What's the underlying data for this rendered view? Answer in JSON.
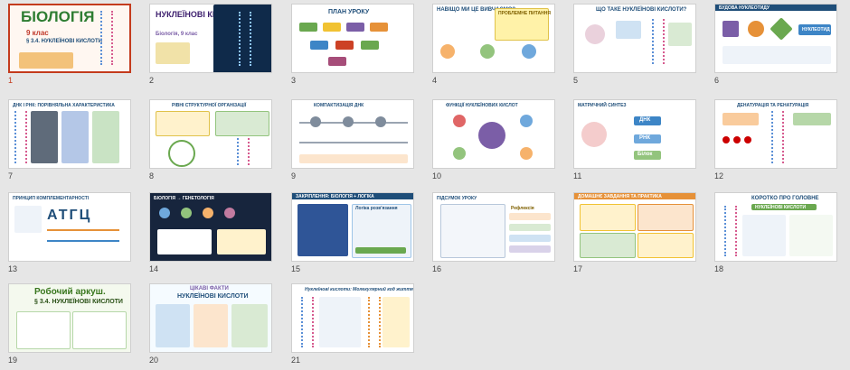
{
  "slides": [
    {
      "number": "1",
      "title": "БІОЛОГІЯ",
      "subtitle": "§ 3.4. НУКЛЕЇНОВІ КИСЛОТИ",
      "grade": "9 клас",
      "selected": true
    },
    {
      "number": "2",
      "title": "НУКЛЕЇНОВІ КИСЛОТИ",
      "subtitle": "Біологія, 9 клас"
    },
    {
      "number": "3",
      "title": "ПЛАН УРОКУ"
    },
    {
      "number": "4",
      "title": "НАВІЩО МИ ЦЕ ВИВЧАЄМО?",
      "subtitle": "ПРОБЛЕМНЕ ПИТАННЯ"
    },
    {
      "number": "5",
      "title": "ЩО ТАКЕ НУКЛЕЇНОВІ КИСЛОТИ?"
    },
    {
      "number": "6",
      "title": "БУДОВА НУКЛЕОТИДУ",
      "label": "НУКЛЕОТИД"
    },
    {
      "number": "7",
      "title": "ДНК І РНК: ПОРІВНЯЛЬНА ХАРАКТЕРИСТИКА"
    },
    {
      "number": "8",
      "title": "РІВНІ СТРУКТУРНОЇ ОРГАНІЗАЦІЇ"
    },
    {
      "number": "9",
      "title": "КОМПАКТИЗАЦІЯ ДНК"
    },
    {
      "number": "10",
      "title": "ФУНКЦІЇ НУКЛЕЇНОВИХ КИСЛОТ"
    },
    {
      "number": "11",
      "title": "МАТРИЧНИЙ СИНТЕЗ",
      "labels": [
        "ДНК",
        "РНК",
        "Білок"
      ]
    },
    {
      "number": "12",
      "title": "ДЕНАТУРАЦІЯ ТА РЕНАТУРАЦІЯ"
    },
    {
      "number": "13",
      "title": "ПРИНЦИП КОМПЛЕМЕНТАРНОСТІ",
      "letters": "АТГЦ"
    },
    {
      "number": "14",
      "title": "БІОЛОГІЯ → ГЕНЕТОЛОГІЯ"
    },
    {
      "number": "15",
      "title": "ЗАКРІПЛЕННЯ: БІОЛОГІЯ + ЛОГІКА",
      "label": "Логіка розв'язання"
    },
    {
      "number": "16",
      "title": "ПІДСУМОК УРОКУ",
      "label": "Рефлексія"
    },
    {
      "number": "17",
      "title": "ДОМАШНЄ ЗАВДАННЯ ТА ПРАКТИКА"
    },
    {
      "number": "18",
      "title": "КОРОТКО ПРО ГОЛОВНЕ",
      "subtitle": "НУКЛЕЇНОВІ КИСЛОТИ"
    },
    {
      "number": "19",
      "title": "Робочий аркуш.",
      "subtitle": "§ 3.4. НУКЛЕЇНОВІ КИСЛОТИ"
    },
    {
      "number": "20",
      "title": "ЦІКАВІ ФАКТИ",
      "subtitle": "НУКЛЕЇНОВІ КИСЛОТИ"
    },
    {
      "number": "21",
      "title": "Нуклеїнові кислоти: Молекулярний код життя"
    }
  ],
  "colors": {
    "selected": "#c43b1d",
    "accent": "#1f4e79",
    "green": "#6aa84f",
    "purple": "#7b5ea7",
    "orange": "#e69138"
  }
}
